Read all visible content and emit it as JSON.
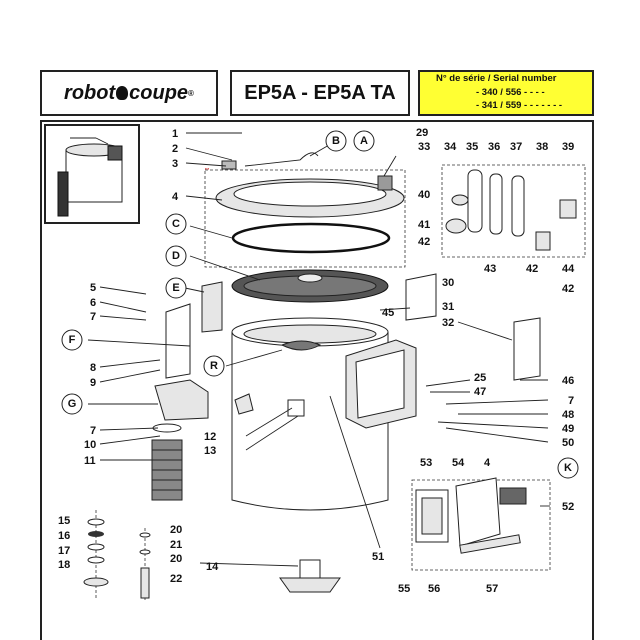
{
  "header": {
    "brand": "robot",
    "brand_joiner": "coupe",
    "brand_reg": "®",
    "model": "EP5A  - EP5A TA",
    "serial_title": "N° de série / Serial number",
    "serial_line1": "- 340 / 556 - - - -",
    "serial_line2": "- 341 / 559 - - - - -   - -"
  },
  "callouts": {
    "A": "A",
    "B": "B",
    "C": "C",
    "D": "D",
    "E": "E",
    "F": "F",
    "G": "G",
    "R": "R",
    "K": "K"
  },
  "parts": {
    "p1": "1",
    "p2": "2",
    "p3": "3",
    "p4": "4",
    "p4b": "4",
    "p5": "5",
    "p6": "6",
    "p7": "7",
    "p7b": "7",
    "p7c": "7",
    "p8": "8",
    "p9": "9",
    "p10": "10",
    "p11": "11",
    "p12": "12",
    "p13": "13",
    "p14": "14",
    "p15": "15",
    "p16": "16",
    "p17": "17",
    "p18": "18",
    "p20": "20",
    "p20b": "20",
    "p21": "21",
    "p22": "22",
    "p25": "25",
    "p29": "29",
    "p30": "30",
    "p31": "31",
    "p32": "32",
    "p33": "33",
    "p34": "34",
    "p35": "35",
    "p36": "36",
    "p37": "37",
    "p38": "38",
    "p39": "39",
    "p40": "40",
    "p41": "41",
    "p42": "42",
    "p42b": "42",
    "p42c": "42",
    "p43": "43",
    "p44": "44",
    "p45": "45",
    "p46": "46",
    "p47": "47",
    "p48": "48",
    "p49": "49",
    "p50": "50",
    "p51": "51",
    "p52": "52",
    "p53": "53",
    "p54": "54",
    "p55": "55",
    "p56": "56",
    "p57": "57"
  },
  "colors": {
    "serial_bg": "#ffff33",
    "line": "#222222"
  }
}
